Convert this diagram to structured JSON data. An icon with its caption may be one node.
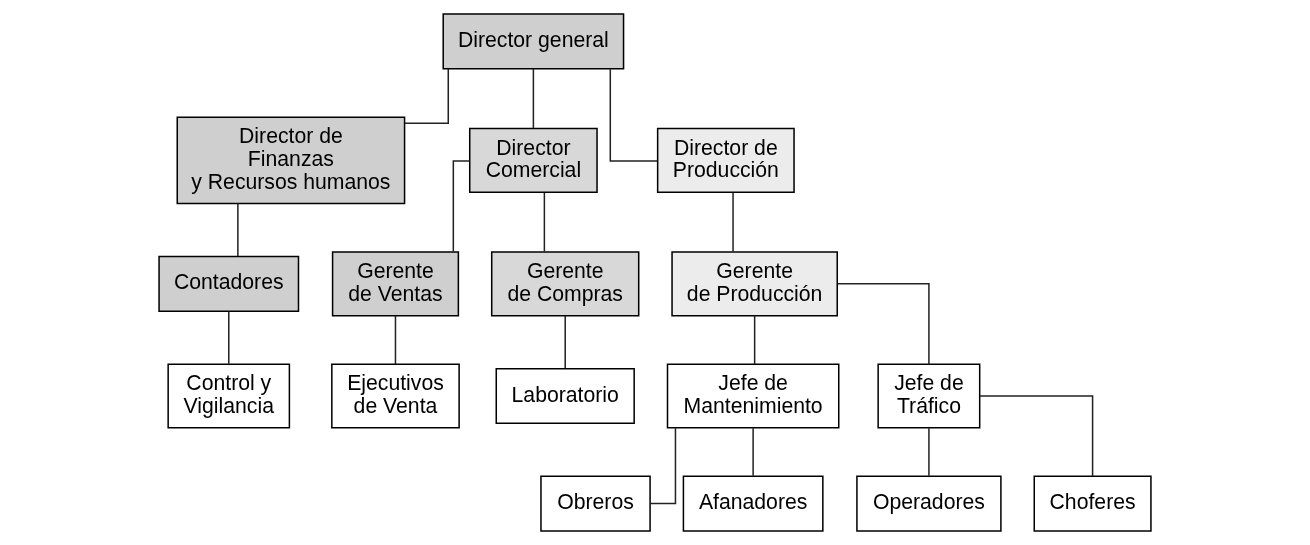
{
  "diagram": {
    "nodes": [
      {
        "text": [
          "Director general"
        ]
      },
      {
        "text": [
          "Director de Finanzas y Recursos humanos"
        ]
      },
      {
        "text": [
          "Director Comercial"
        ]
      },
      {
        "text": [
          "Director de Producción"
        ]
      },
      {
        "text": [
          "Contadores"
        ]
      },
      {
        "text": [
          "Gerente de Ventas"
        ]
      },
      {
        "text": [
          "Gerente de Compras"
        ]
      },
      {
        "text": [
          "Gerente de Producción"
        ]
      },
      {
        "text": [
          "Control y Vigilancia"
        ]
      },
      {
        "text": [
          "Ejecutivos de Venta"
        ]
      },
      {
        "text": [
          "Laboratorio"
        ]
      },
      {
        "text": [
          "Jefe de Mantenimiento"
        ]
      },
      {
        "text": [
          "Jefe de Tráfico"
        ]
      },
      {
        "text": [
          "Obreros"
        ]
      },
      {
        "text": [
          "Afanadores"
        ]
      },
      {
        "text": [
          "Operadores"
        ]
      },
      {
        "text": [
          "Choferes"
        ]
      }
    ],
    "edges": [
      {
        "from": 0,
        "to": 1,
        "arrow": "none"
      },
      {
        "from": 0,
        "to": 2,
        "arrow": "none"
      },
      {
        "from": 0,
        "to": 3,
        "arrow": "none"
      },
      {
        "from": 1,
        "to": 4,
        "arrow": "none"
      },
      {
        "from": 2,
        "to": 5,
        "arrow": "none"
      },
      {
        "from": 2,
        "to": 6,
        "arrow": "none"
      },
      {
        "from": 3,
        "to": 7,
        "arrow": "none"
      },
      {
        "from": 4,
        "to": 8,
        "arrow": "none"
      },
      {
        "from": 5,
        "to": 9,
        "arrow": "none"
      },
      {
        "from": 6,
        "to": 10,
        "arrow": "none"
      },
      {
        "from": 7,
        "to": 11,
        "arrow": "none"
      },
      {
        "from": 7,
        "to": 12,
        "arrow": "none"
      },
      {
        "from": 11,
        "to": 13,
        "arrow": "none"
      },
      {
        "from": 11,
        "to": 14,
        "arrow": "none"
      },
      {
        "from": 12,
        "to": 15,
        "arrow": "none"
      },
      {
        "from": 12,
        "to": 16,
        "arrow": "none"
      }
    ]
  }
}
